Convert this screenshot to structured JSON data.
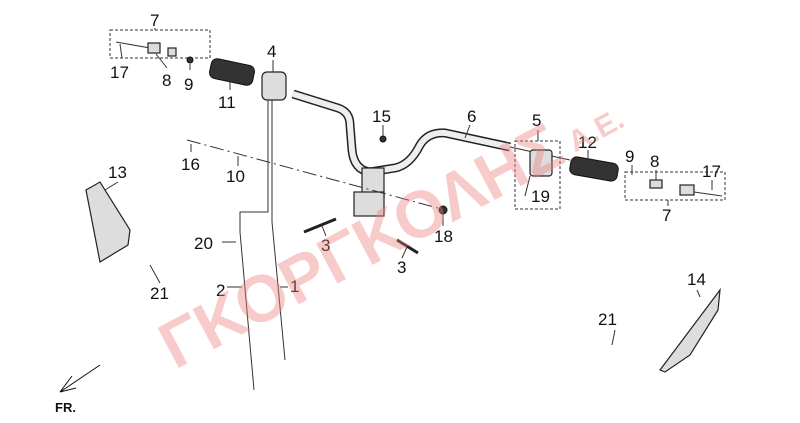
{
  "diagram": {
    "watermark": "ΓΚΟΡΓΚΟΛΗΣ",
    "watermark_suffix": "Α.Ε.",
    "direction_label": "FR.",
    "callouts": {
      "c1": "1",
      "c2": "2",
      "c3a": "3",
      "c3b": "3",
      "c4": "4",
      "c5": "5",
      "c6": "6",
      "c7a": "7",
      "c7b": "7",
      "c8a": "8",
      "c8b": "8",
      "c9a": "9",
      "c9b": "9",
      "c10": "10",
      "c11": "11",
      "c12": "12",
      "c13": "13",
      "c14": "14",
      "c15": "15",
      "c16": "16",
      "c17a": "17",
      "c17b": "17",
      "c18": "18",
      "c19": "19",
      "c20": "20",
      "c21a": "21",
      "c21b": "21"
    },
    "colors": {
      "watermark": "#f08080",
      "line": "#333333"
    }
  }
}
